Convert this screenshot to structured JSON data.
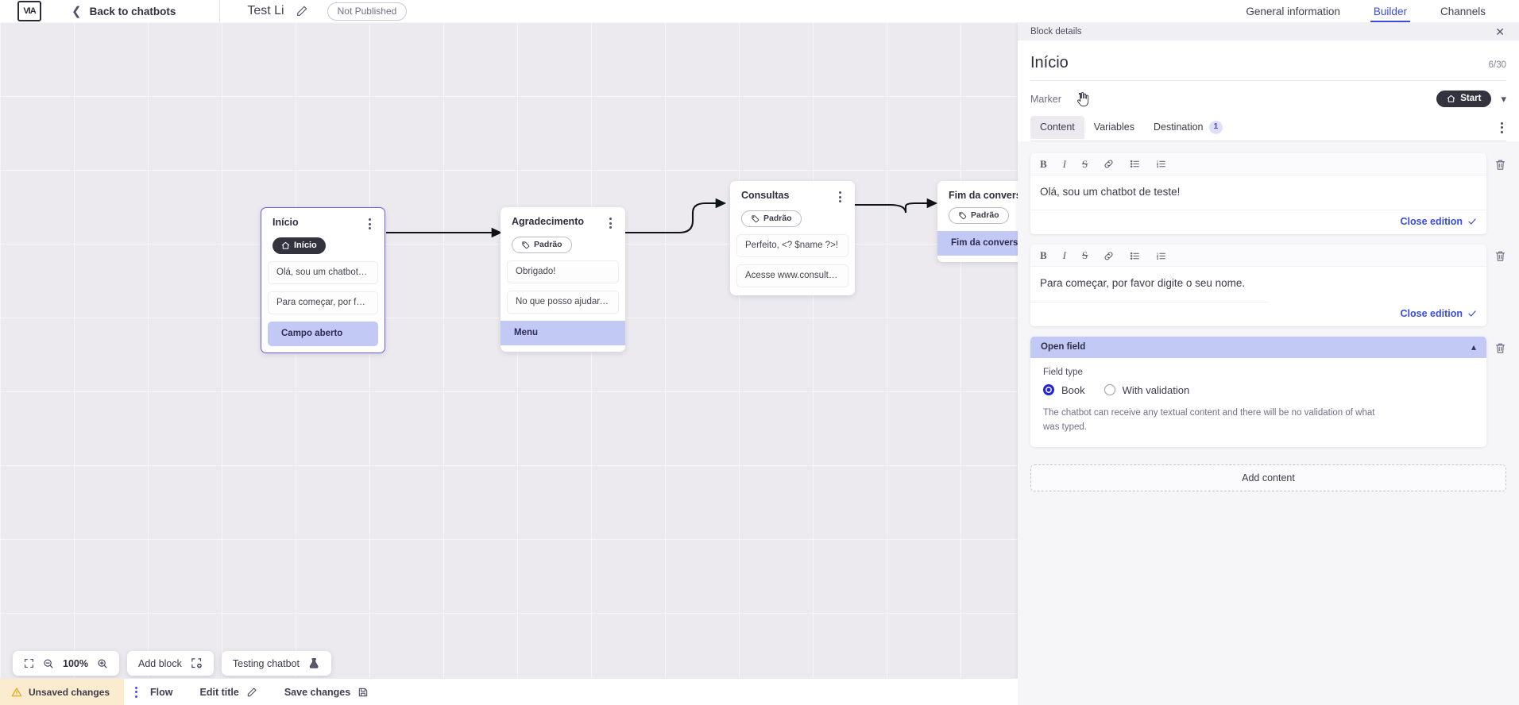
{
  "header": {
    "logo_glyph": "VIA",
    "back_label": "Back to chatbots",
    "bot_title": "Test Li",
    "publish_status": "Not Published",
    "tabs": [
      {
        "label": "General information",
        "active": false
      },
      {
        "label": "Builder",
        "active": true
      },
      {
        "label": "Channels",
        "active": false
      }
    ]
  },
  "canvas": {
    "blocks": [
      {
        "title": "Início",
        "tag": "Início",
        "tag_style": "dark",
        "messages": [
          "Olá, sou um chatbot de teste!",
          "Para começar, por favor digite o ..."
        ],
        "accent_message": "Campo aberto",
        "selected": true
      },
      {
        "title": "Agradecimento",
        "tag": "Padrão",
        "tag_style": "outline",
        "messages": [
          "Obrigado!",
          "No que posso ajudar, <? $name ..."
        ],
        "accent_message": "Menu",
        "selected": false
      },
      {
        "title": "Consultas",
        "tag": "Padrão",
        "tag_style": "outline",
        "messages": [
          "Perfeito, <? $name ?>!",
          "Acesse www.consultas.com par..."
        ],
        "accent_message": "",
        "selected": false
      },
      {
        "title": "Fim da conversa",
        "tag": "Padrão",
        "tag_style": "outline",
        "messages": [],
        "accent_message": "Fim da conversa",
        "selected": false
      }
    ]
  },
  "float_toolbar": {
    "zoom_level": "100%",
    "fit_icon": "fit-screen-icon",
    "zoom_out_icon": "zoom-out-icon",
    "zoom_in_icon": "zoom-in-icon",
    "add_block_label": "Add block",
    "testing_label": "Testing chatbot"
  },
  "statusbar": {
    "unsaved_label": "Unsaved changes",
    "flow_label": "Flow",
    "edit_title_label": "Edit title",
    "save_label": "Save changes"
  },
  "panel": {
    "header_label": "Block details",
    "block_name": "Início",
    "char_count": "6/30",
    "marker_label": "Marker",
    "marker_value": "Start",
    "tabs": [
      {
        "label": "Content",
        "active": true,
        "badge": ""
      },
      {
        "label": "Variables",
        "active": false,
        "badge": ""
      },
      {
        "label": "Destination",
        "active": false,
        "badge": "1"
      }
    ],
    "editors": [
      {
        "text": "Olá, sou um chatbot de teste!",
        "close_label": "Close edition"
      },
      {
        "text": "Para começar, por favor digite o seu nome.",
        "close_label": "Close edition"
      }
    ],
    "toolbar_icons": [
      "bold-icon",
      "italic-icon",
      "strikethrough-icon",
      "link-icon",
      "bullet-list-icon",
      "numbered-list-icon"
    ],
    "open_field": {
      "title": "Open field",
      "legend": "Field type",
      "options": [
        {
          "label": "Book",
          "selected": true
        },
        {
          "label": "With validation",
          "selected": false
        }
      ],
      "description": "The chatbot can receive any textual content and there will be no validation of what was typed."
    },
    "add_content_label": "Add content"
  },
  "colors": {
    "accent_blue": "#3a4ce0",
    "lavender": "#c3c9f5",
    "dark_pill": "#33333f",
    "warning_amber": "#fbebcf",
    "canvas_bg": "#eceaee"
  }
}
